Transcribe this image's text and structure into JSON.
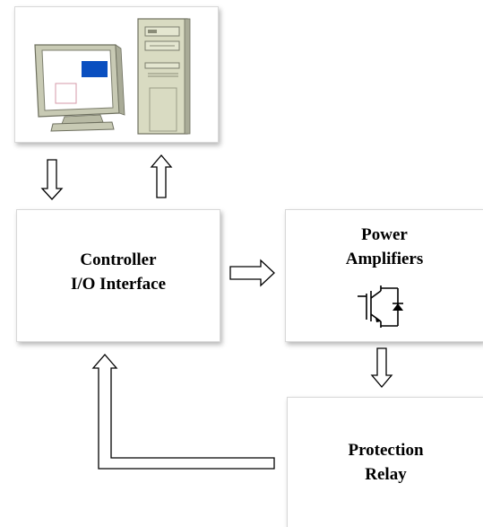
{
  "blocks": {
    "controller": {
      "line1": "Controller",
      "line2": "I/O Interface"
    },
    "power_amplifiers": {
      "line1": "Power",
      "line2": "Amplifiers"
    },
    "protection_relay": {
      "line1": "Protection",
      "line2": "Relay"
    }
  },
  "colors": {
    "screen_highlight": "#0a4fc0",
    "computer_body": "#d6d8c0",
    "monitor_bezel": "#c8cab4",
    "tower_body": "#d9dbc2"
  },
  "icons": [
    "computer-workstation-icon",
    "igbt-transistor-icon"
  ]
}
